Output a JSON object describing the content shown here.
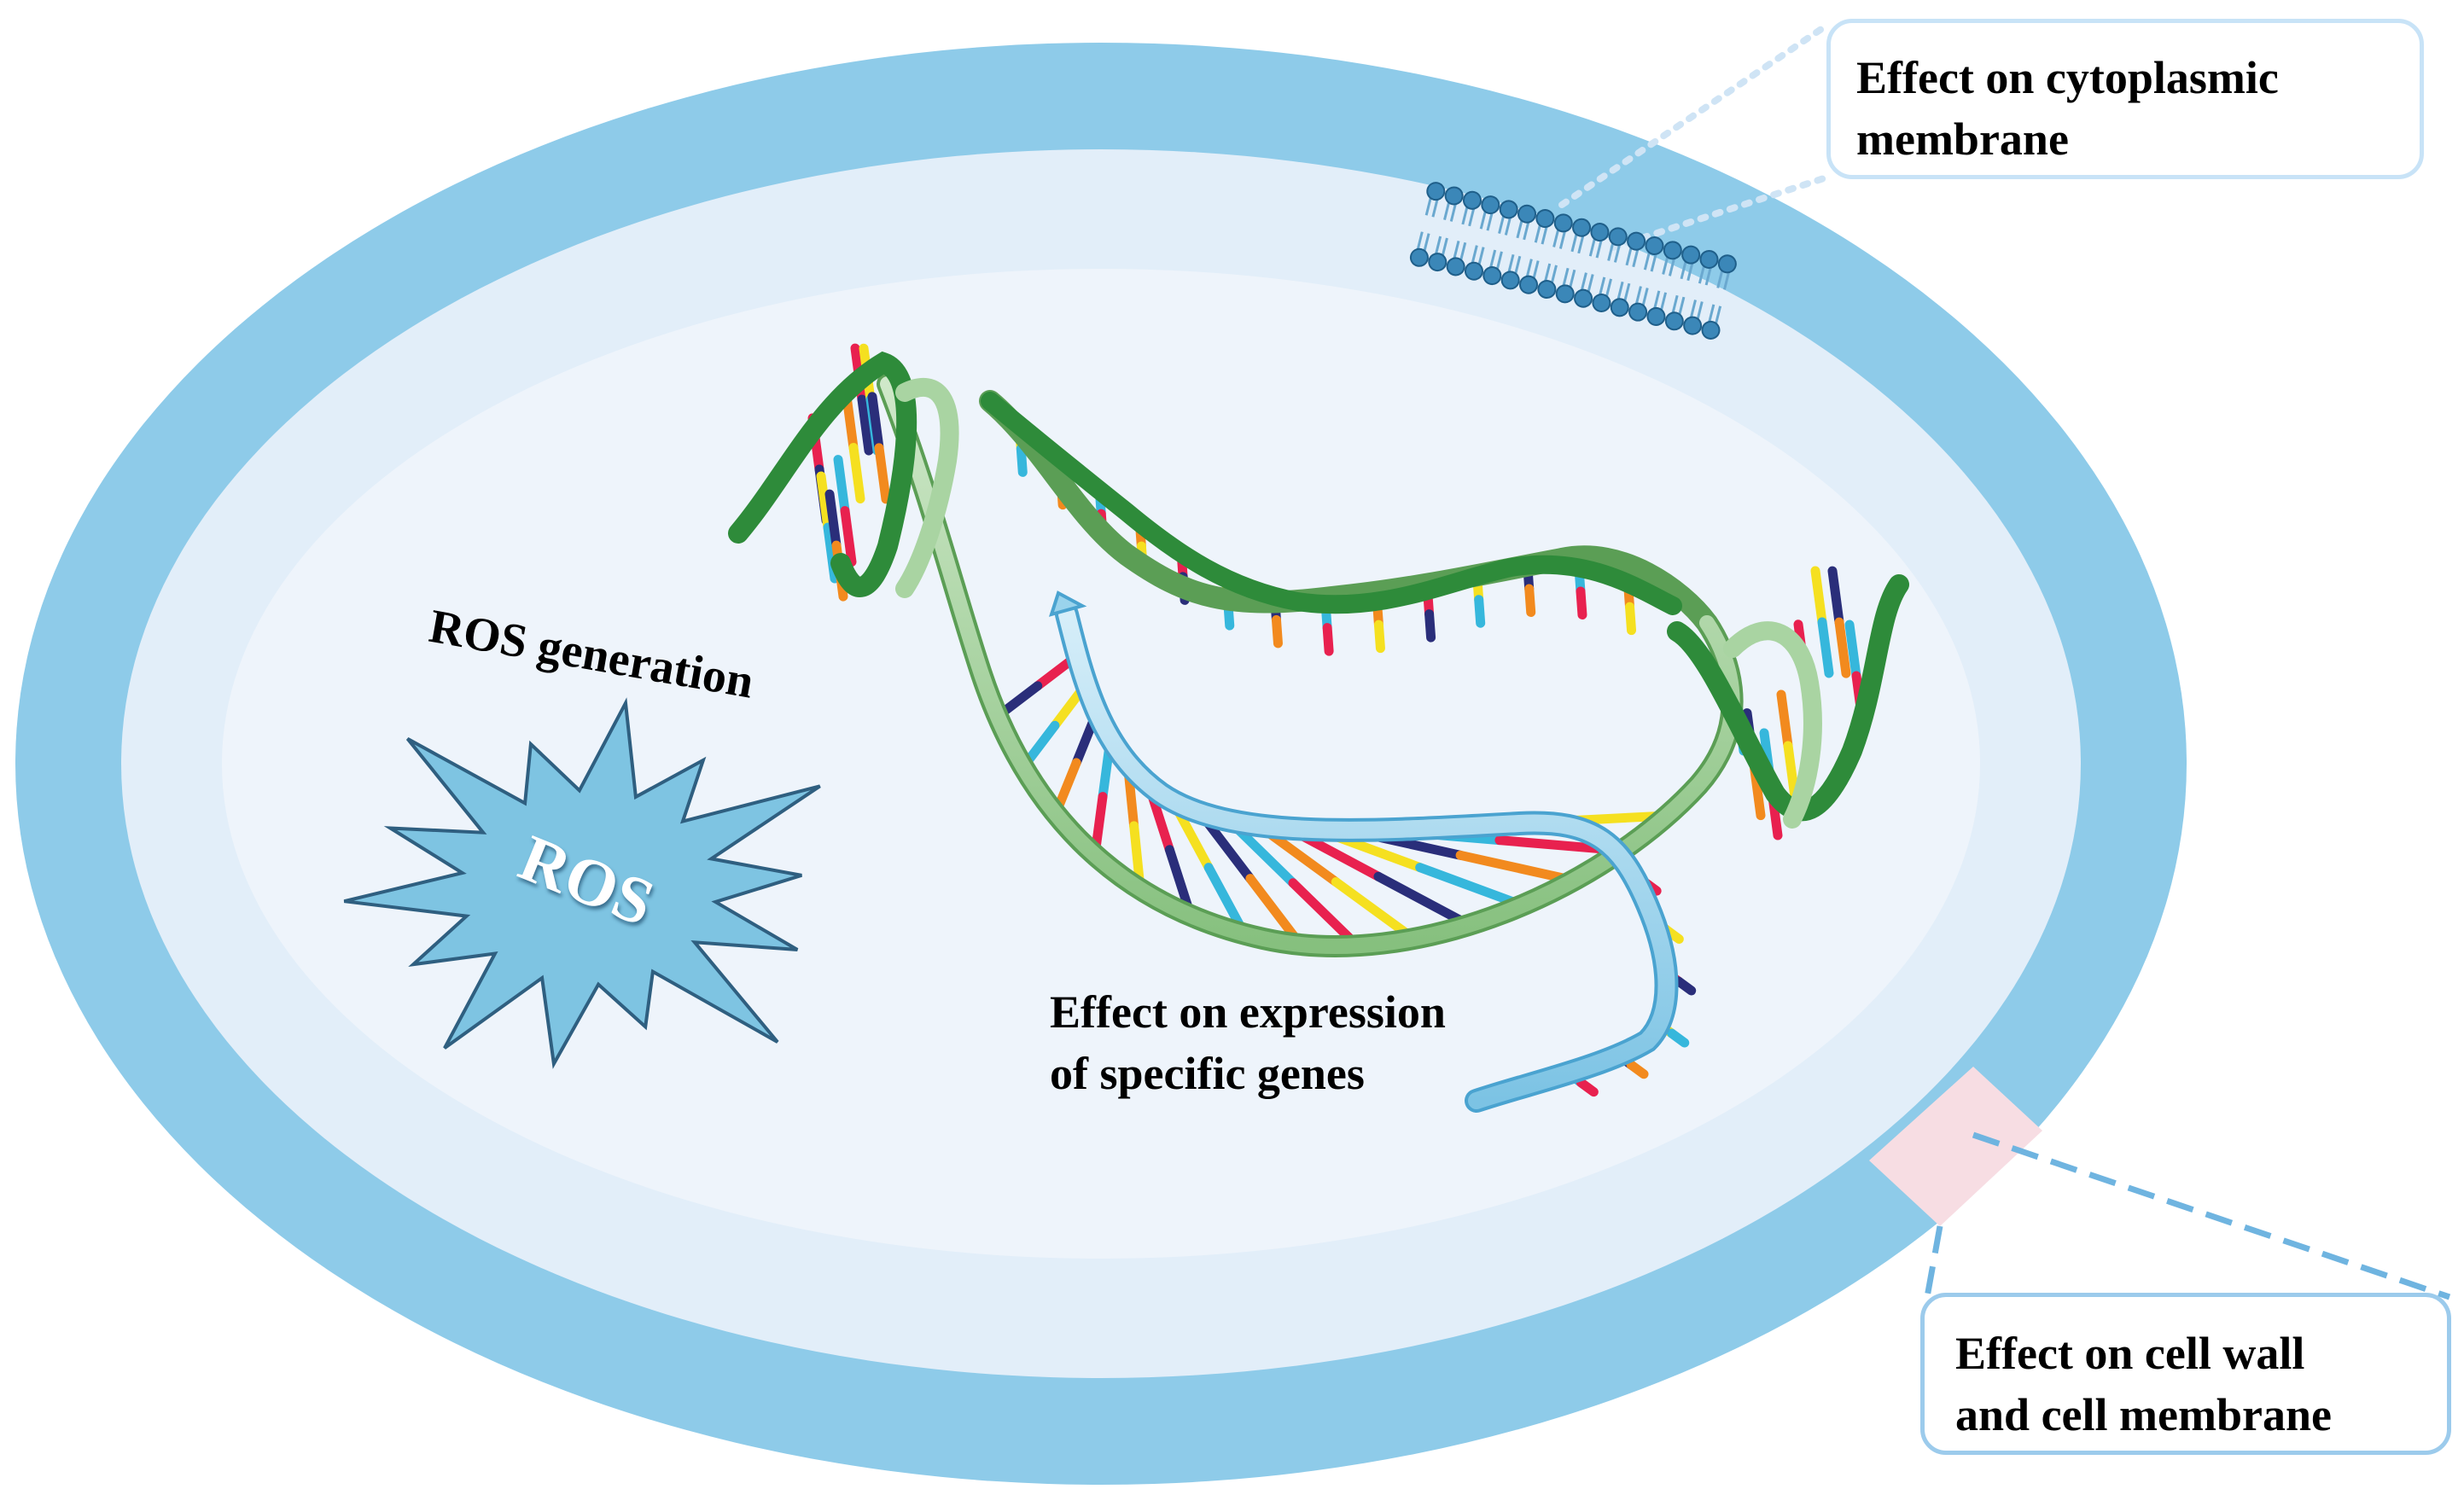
{
  "labels": {
    "cytoplasmic_membrane": [
      "Effect on cytoplasmic",
      "membrane"
    ],
    "cell_wall_membrane": [
      "Effect on cell wall",
      "and cell membrane"
    ],
    "gene_expression": [
      "Effect on expression",
      "of specific genes"
    ],
    "ros_generation": "ROS generation",
    "ros": "ROS"
  },
  "colors": {
    "outer_wall": "#8ecbe9",
    "membrane_layer": "#e2eef9",
    "cytoplasm": "#eef4fb",
    "dna_green_dark": "#2e8b3a",
    "dna_green_light": "#a9d4a2",
    "dna_blue_strand": "#9ad3ec",
    "ros_burst": "#7ec4e2",
    "lipid_head": "#3b87b8",
    "wall_highlight": "#f7dde3",
    "base_pairs": [
      "#e8214f",
      "#f5e020",
      "#2a2e7a",
      "#36b7dc",
      "#f28a1e"
    ]
  },
  "icons": [
    "lipid-bilayer-icon",
    "dna-helix-icon",
    "ros-burst-icon"
  ]
}
